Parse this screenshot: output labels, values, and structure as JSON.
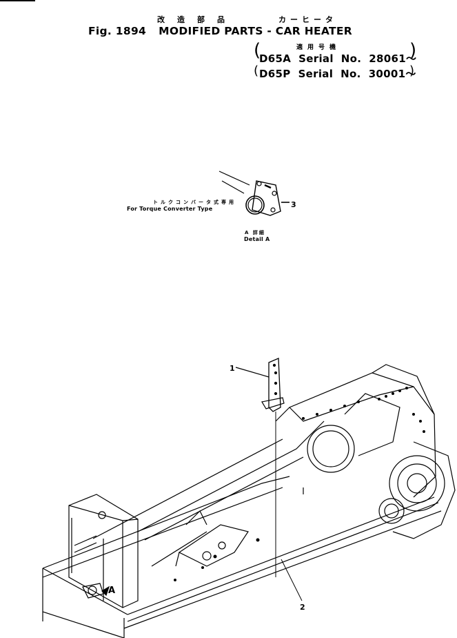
{
  "header": {
    "japanese_title_left": "改造部品",
    "japanese_title_right": "カーヒータ",
    "figure_label": "Fig. 1894",
    "title": "MODIFIED PARTS - CAR HEATER"
  },
  "applicability": {
    "japanese_label": "適用号機",
    "lines": [
      "D65A  Serial  No.  28061～",
      "D65P  Serial  No.  30001～"
    ]
  },
  "detail_a": {
    "note_japanese": "トルクコンバータ式専用",
    "note_english": "For Torque Converter Type",
    "caption_japanese": "A 詳細",
    "caption_english": "Detail A",
    "callout": "3"
  },
  "main_view": {
    "callouts": [
      "1",
      "2"
    ],
    "view_marker": "A"
  }
}
